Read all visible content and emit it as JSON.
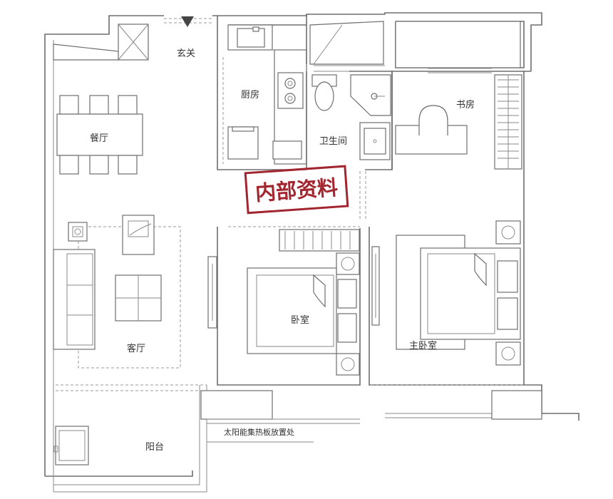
{
  "rooms": {
    "entrance": "玄关",
    "kitchen": "厨房",
    "bathroom": "卫生间",
    "study": "书房",
    "dining": "餐厅",
    "living": "客厅",
    "bedroom": "卧室",
    "master_bedroom": "主卧室",
    "balcony": "阳台"
  },
  "notes": {
    "solar_panel_area": "太阳能集热板放置处"
  },
  "stamp": {
    "text": "内部资料",
    "color": "#a2262f"
  },
  "colors": {
    "wall": "#6e6e6e",
    "background": "#ffffff"
  }
}
